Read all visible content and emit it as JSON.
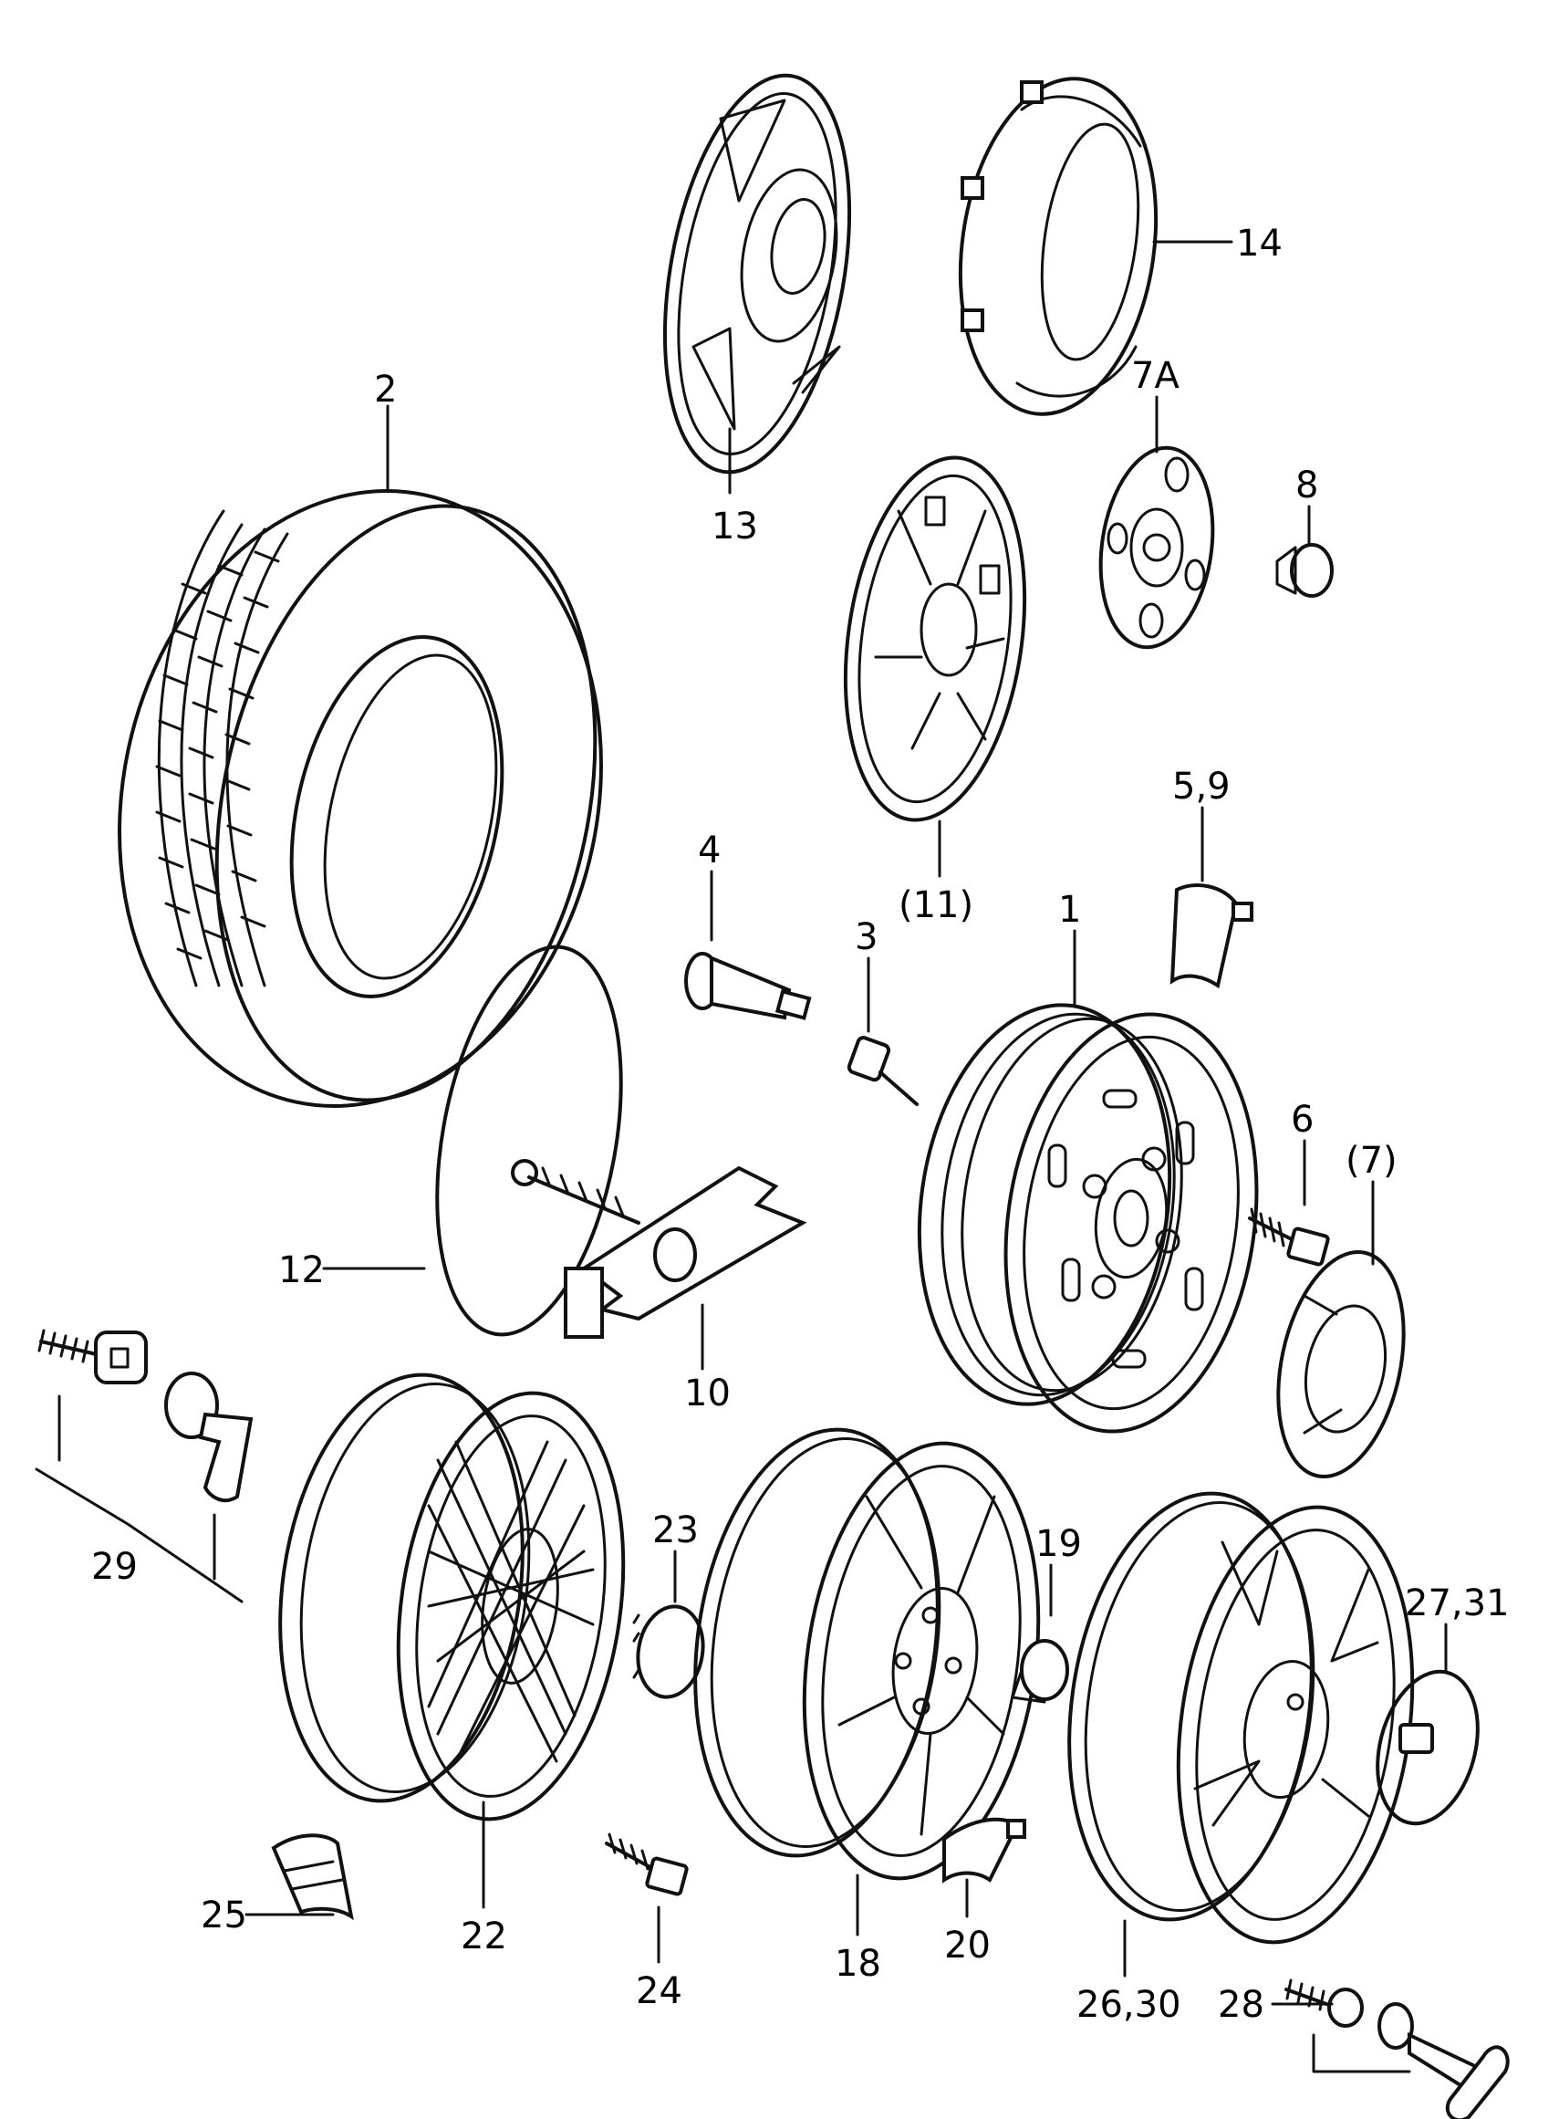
{
  "labels": {
    "l1": "1",
    "l2": "2",
    "l3": "3",
    "l4": "4",
    "l59": "5,9",
    "l6": "6",
    "l7": "(7)",
    "l7A": "7A",
    "l8": "8",
    "l10": "10",
    "l11": "(11)",
    "l12": "12",
    "l13": "13",
    "l14": "14",
    "l18": "18",
    "l19": "19",
    "l20": "20",
    "l22": "22",
    "l23": "23",
    "l24": "24",
    "l25": "25",
    "l26": "26,30",
    "l27": "27,31",
    "l28": "28",
    "l29": "29"
  }
}
